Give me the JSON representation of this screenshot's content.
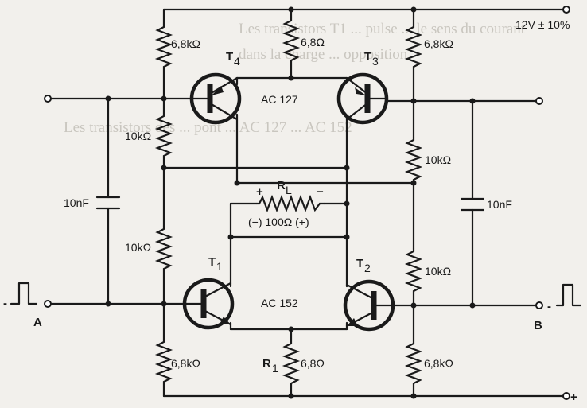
{
  "supply": {
    "label": "12V ± 10%",
    "plus": "+"
  },
  "resistors": {
    "r_top_left": "6,8kΩ",
    "r_top_mid": "6,8Ω",
    "r_top_right": "6,8kΩ",
    "r_left_upper": "10kΩ",
    "r_left_lower": "10kΩ",
    "r_right_upper": "10kΩ",
    "r_right_lower": "10kΩ",
    "r_bot_left": "6,8kΩ",
    "r_bot_mid": "6,8Ω",
    "r_bot_mid_name": "R",
    "r_bot_mid_sub": "1",
    "r_bot_right": "6,8kΩ"
  },
  "capacitors": {
    "c_left": "10nF",
    "c_right": "10nF"
  },
  "transistors": {
    "t4": {
      "name": "T",
      "sub": "4"
    },
    "t3": {
      "name": "T",
      "sub": "3"
    },
    "t1": {
      "name": "T",
      "sub": "1"
    },
    "t2": {
      "name": "T",
      "sub": "2"
    },
    "pnp_type": "AC 127",
    "npn_type": "AC 152"
  },
  "load": {
    "name": "R",
    "sub": "L",
    "plus": "+",
    "minus": "−",
    "value": "(−) 100Ω (+)"
  },
  "inputs": {
    "a": "A",
    "b": "B",
    "sign_a": "-",
    "sign_b": "-"
  },
  "background_text": [
    "Les transistors T1 ... pulse ... le sens du courant",
    "dans la charge ... opposition.",
    "Les transistors des ... pont ... AC 127 ... AC 152"
  ]
}
